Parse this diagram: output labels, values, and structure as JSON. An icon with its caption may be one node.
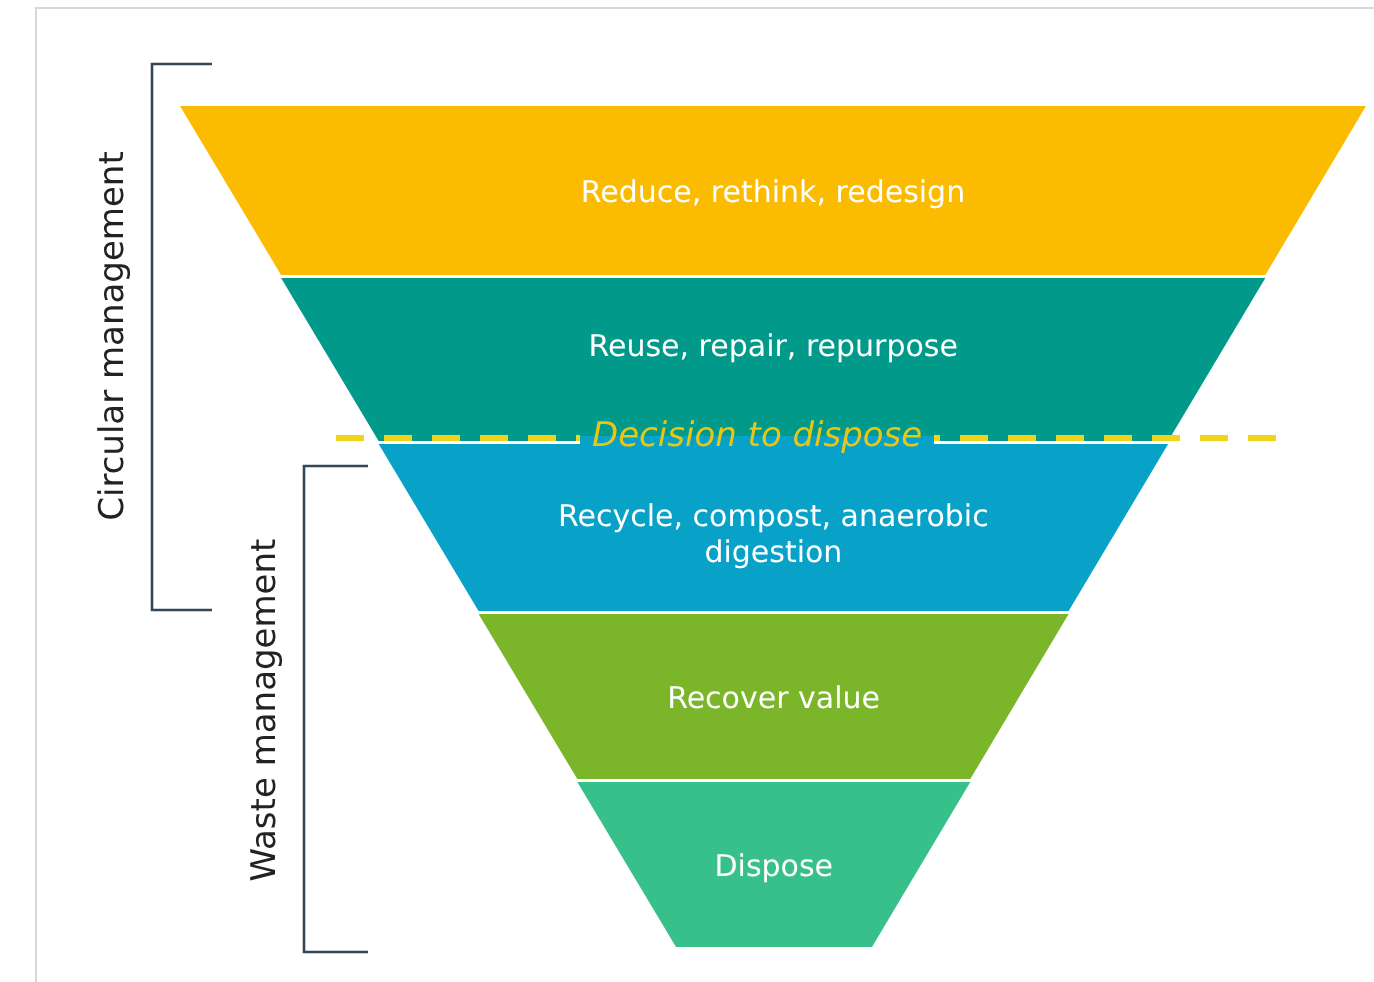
{
  "diagram": {
    "nodes": [
      {
        "text": [
          "Reduce, rethink, redesign"
        ]
      },
      {
        "text": [
          "Reuse, repair, repurpose"
        ]
      },
      {
        "text": [
          "Recycle, compost, anaerobic digestion"
        ]
      },
      {
        "text": [
          "Recover value"
        ]
      },
      {
        "text": [
          "Dispose"
        ]
      }
    ],
    "labels": [
      "Decision to dispose",
      "Circular management",
      "Waste management"
    ]
  }
}
